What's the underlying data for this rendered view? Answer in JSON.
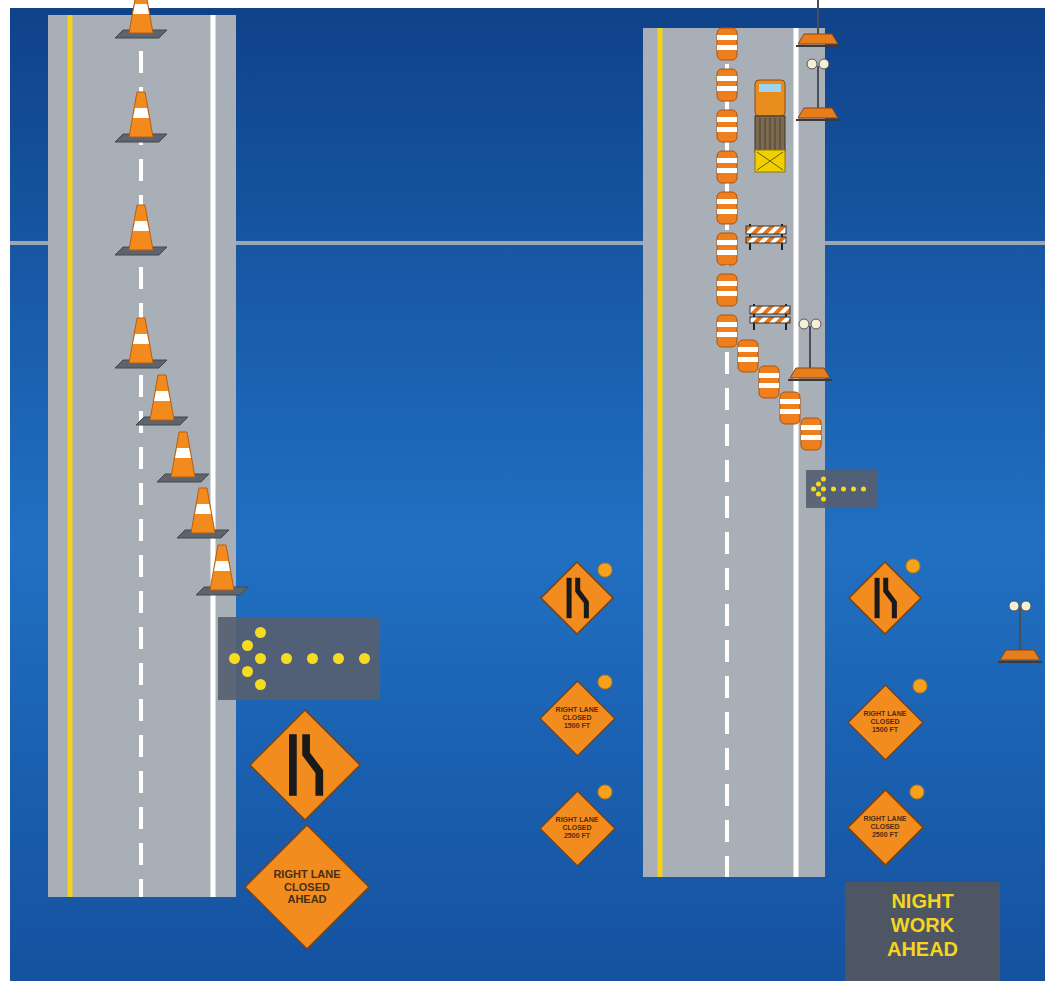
{
  "diagram": {
    "nodes": [
      {
        "text": [
          "RIGHT LANE CLOSED AHEAD"
        ]
      },
      {
        "text": [
          "RIGHT LANE CLOSED 1500 FT"
        ]
      },
      {
        "text": [
          "RIGHT LANE CLOSED 2500 FT"
        ]
      },
      {
        "text": [
          "RIGHT LANE CLOSED 1500 FT"
        ]
      },
      {
        "text": [
          "RIGHT LANE CLOSED 2500 FT"
        ]
      },
      {
        "text": [
          "NIGHT WORK AHEAD"
        ]
      }
    ]
  }
}
